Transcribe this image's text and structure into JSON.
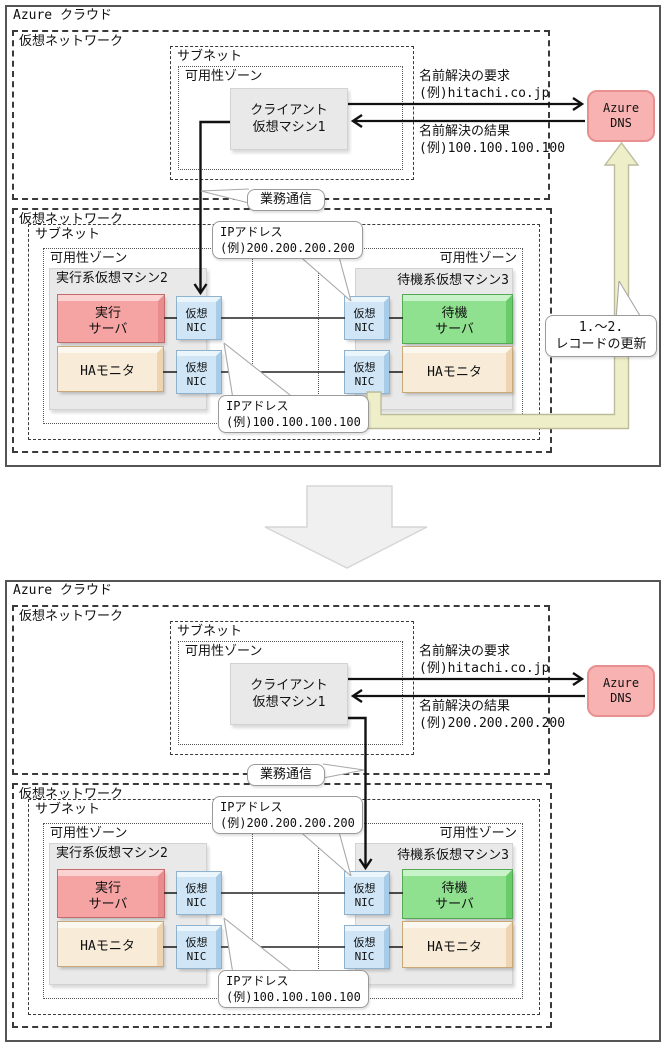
{
  "colors": {
    "exec_server_fill": "#f5a3a3",
    "standby_server_fill": "#8fe08f",
    "ha_monitor_fill": "#f8ecd9",
    "nic_fill": "#d0e6f7",
    "dns_fill": "#f9b2b2",
    "record_arrow_fill": "#eeeec8",
    "machine_box_fill": "#e9e9e9",
    "transition_arrow_fill": "#f0f0f0"
  },
  "diagram1": {
    "cloud_label": "Azure クラウド",
    "vnet1_label": "仮想ネットワーク",
    "subnet1_label": "サブネット",
    "az1_label": "可用性ゾーン",
    "client_vm_line1": "クライアント",
    "client_vm_line2": "仮想マシン1",
    "dns_line1": "Azure",
    "dns_line2": "DNS",
    "request_label": "名前解決の要求",
    "request_example": "(例)hitachi.co.jp",
    "result_label": "名前解決の結果",
    "result_example": "(例)100.100.100.100",
    "biz_label": "業務通信",
    "vnet2_label": "仮想ネットワーク",
    "subnet2_label": "サブネット",
    "az2_left_label": "可用性ゾーン",
    "az2_right_label": "可用性ゾーン",
    "machine2_label": "実行系仮想マシン2",
    "machine3_label": "待機系仮想マシン3",
    "exec_line1": "実行",
    "exec_line2": "サーバ",
    "standby_line1": "待機",
    "standby_line2": "サーバ",
    "ha_left_label": "HAモニタ",
    "ha_right_label": "HAモニタ",
    "nic_line1": "仮想",
    "nic_line2": "NIC",
    "ip_top_label": "IPアドレス",
    "ip_top_example": "(例)200.200.200.200",
    "ip_bottom_label": "IPアドレス",
    "ip_bottom_example": "(例)100.100.100.100",
    "record_update_line1": "1.～2.",
    "record_update_line2": "レコードの更新"
  },
  "diagram2": {
    "cloud_label": "Azure クラウド",
    "vnet1_label": "仮想ネットワーク",
    "subnet1_label": "サブネット",
    "az1_label": "可用性ゾーン",
    "client_vm_line1": "クライアント",
    "client_vm_line2": "仮想マシン1",
    "dns_line1": "Azure",
    "dns_line2": "DNS",
    "request_label": "名前解決の要求",
    "request_example": "(例)hitachi.co.jp",
    "result_label": "名前解決の結果",
    "result_example": "(例)200.200.200.200",
    "biz_label": "業務通信",
    "vnet2_label": "仮想ネットワーク",
    "subnet2_label": "サブネット",
    "az2_left_label": "可用性ゾーン",
    "az2_right_label": "可用性ゾーン",
    "machine2_label": "実行系仮想マシン2",
    "machine3_label": "待機系仮想マシン3",
    "exec_line1": "実行",
    "exec_line2": "サーバ",
    "standby_line1": "待機",
    "standby_line2": "サーバ",
    "ha_left_label": "HAモニタ",
    "ha_right_label": "HAモニタ",
    "nic_line1": "仮想",
    "nic_line2": "NIC",
    "ip_top_label": "IPアドレス",
    "ip_top_example": "(例)200.200.200.200",
    "ip_bottom_label": "IPアドレス",
    "ip_bottom_example": "(例)100.100.100.100"
  }
}
